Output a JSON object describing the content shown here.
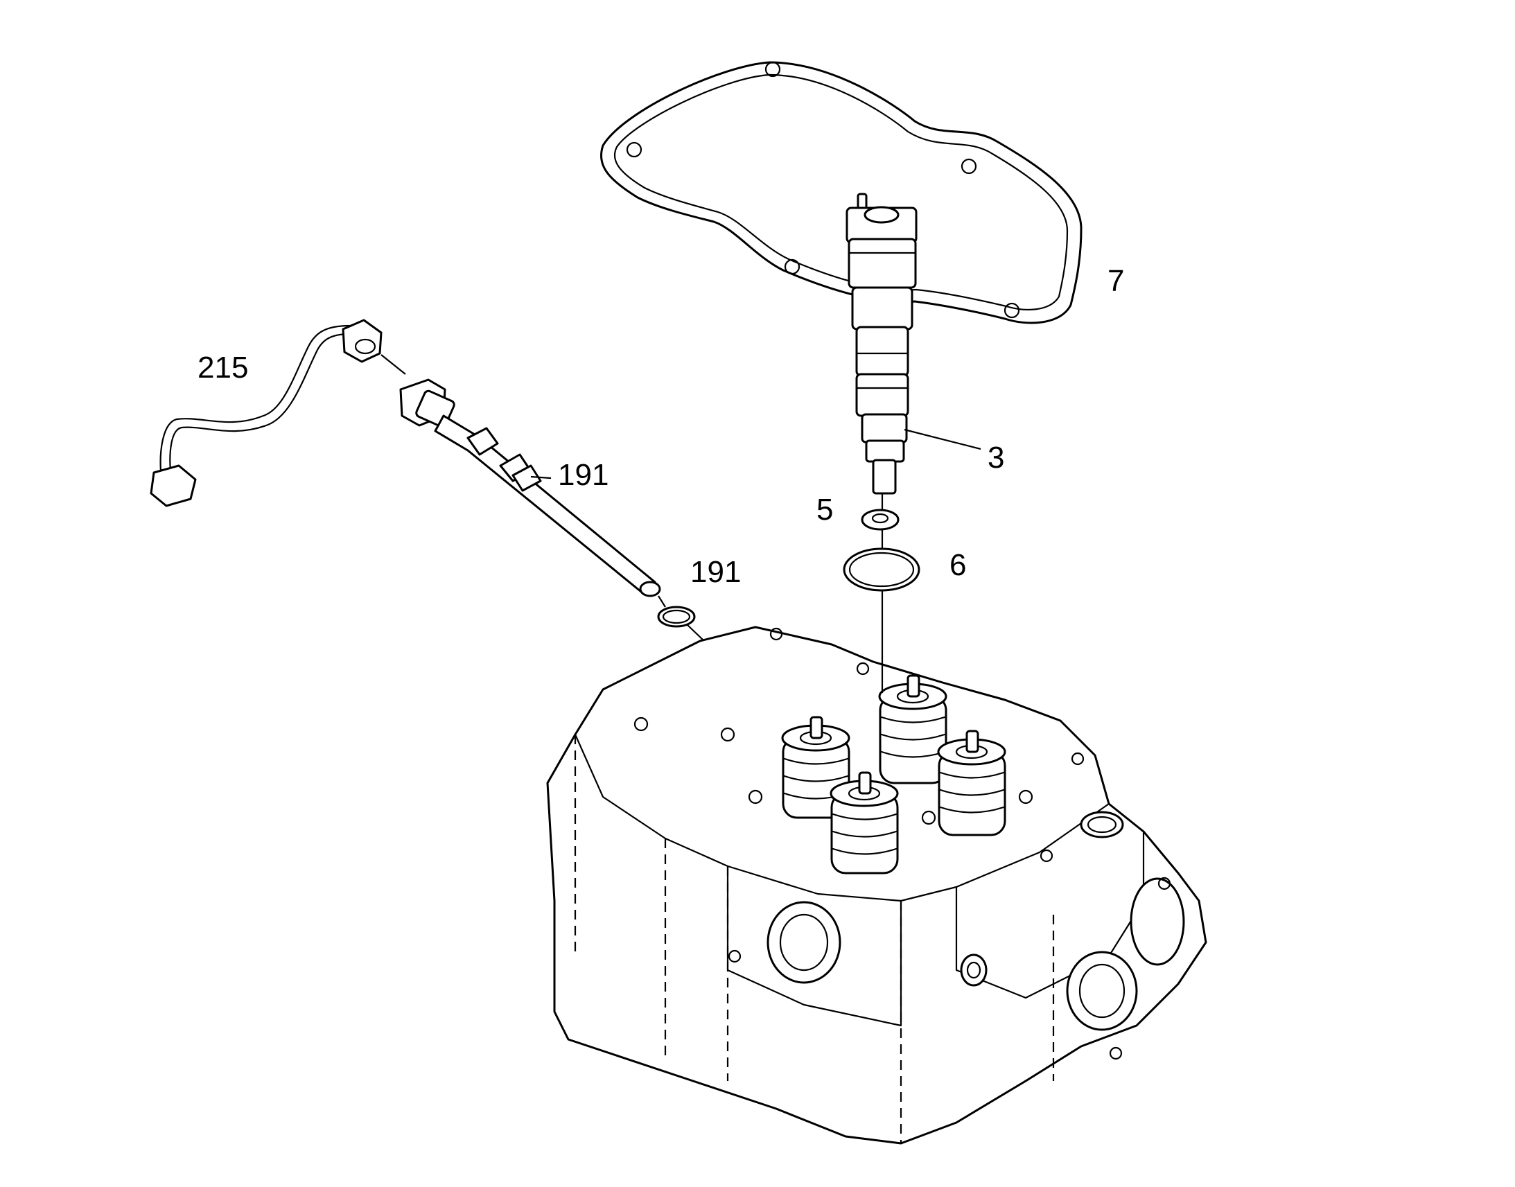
{
  "callouts": {
    "c215": "215",
    "c191a": "191",
    "c191b": "191",
    "c7": "7",
    "c3": "3",
    "c5": "5",
    "c6": "6"
  }
}
